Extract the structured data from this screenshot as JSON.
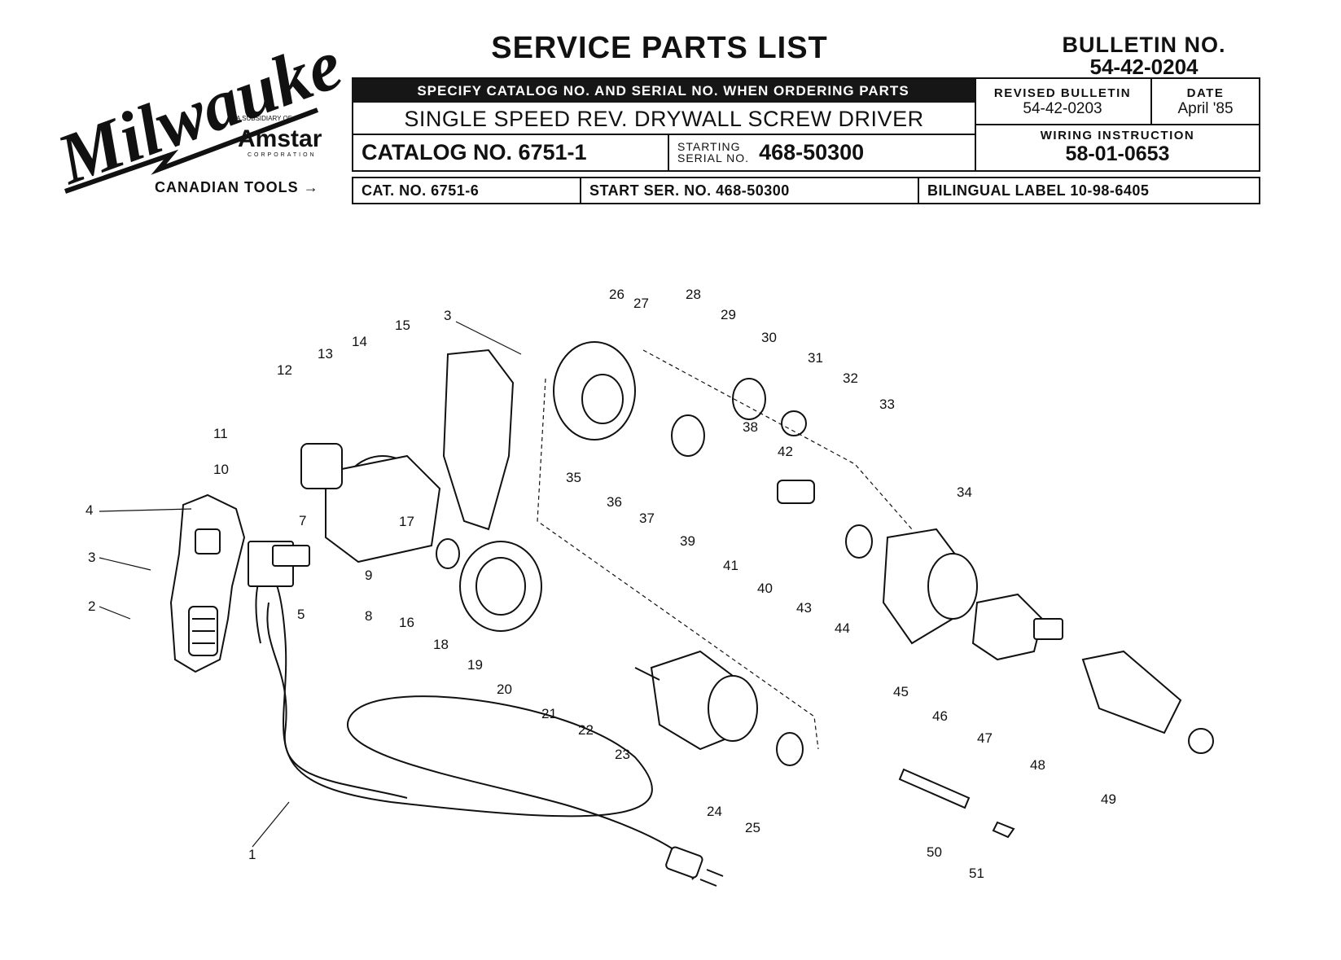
{
  "header": {
    "brand_logo": "Milwaukee",
    "subsidiary_note": "A SUBSIDIARY OF",
    "parent_logo": "Amstar",
    "parent_corp": "CORPORATION",
    "title": "SERVICE PARTS LIST",
    "bulletin_label": "BULLETIN NO.",
    "bulletin_number": "54-42-0204",
    "specify_note": "SPECIFY CATALOG NO. AND SERIAL NO. WHEN ORDERING PARTS",
    "model": "SINGLE SPEED REV. DRYWALL SCREW DRIVER",
    "catalog": "CATALOG NO. 6751-1",
    "starting_serial_label_1": "STARTING",
    "starting_serial_label_2": "SERIAL NO.",
    "starting_serial": "468-50300",
    "revised_label": "REVISED BULLETIN",
    "revised_value": "54-42-0203",
    "date_label": "DATE",
    "date_value": "April '85",
    "wiring_label": "WIRING INSTRUCTION",
    "wiring_value": "58-01-0653"
  },
  "canadian": {
    "label": "CANADIAN TOOLS",
    "arrow": "→",
    "cat": "CAT. NO. 6751-6",
    "start": "START SER. NO. 468-50300",
    "label_no": "BILINGUAL LABEL 10-98-6405"
  },
  "callouts": [
    "1",
    "2",
    "3",
    "3",
    "4",
    "5",
    "7",
    "8",
    "9",
    "10",
    "11",
    "12",
    "13",
    "14",
    "15",
    "16",
    "17",
    "18",
    "19",
    "20",
    "21",
    "22",
    "23",
    "24",
    "25",
    "26",
    "27",
    "28",
    "29",
    "30",
    "31",
    "32",
    "33",
    "34",
    "35",
    "36",
    "37",
    "38",
    "39",
    "40",
    "41",
    "42",
    "43",
    "44",
    "45",
    "46",
    "47",
    "48",
    "49",
    "50",
    "51"
  ]
}
